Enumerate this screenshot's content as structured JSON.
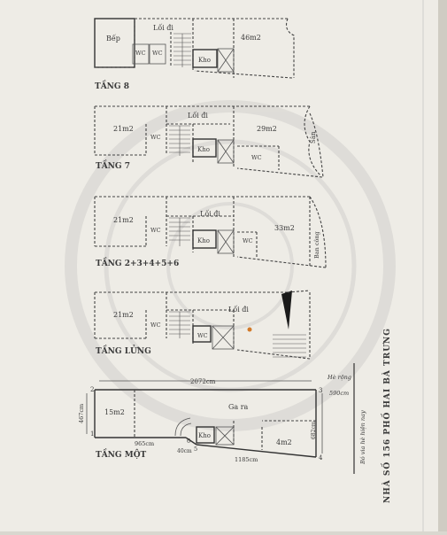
{
  "floors": {
    "f8": {
      "title": "TẦNG 8",
      "kitchen": "Bếp",
      "corridor": "Lối đi",
      "wc1": "WC",
      "wc2": "WC",
      "storage": "Kho",
      "area": "46m2"
    },
    "f7": {
      "title": "TẦNG 7",
      "area1": "21m2",
      "corridor": "Lối đi",
      "wc1": "WC",
      "wc2": "WC",
      "storage": "Kho",
      "area2": "29m2",
      "yard": "Sân"
    },
    "f2": {
      "title": "TẦNG 2+3+4+5+6",
      "area1": "21m2",
      "corridor": "Lối đi",
      "wc1": "WC",
      "wc2": "WC",
      "storage": "Kho",
      "area2": "33m2",
      "balcony": "Ban công"
    },
    "fl": {
      "title": "TẦNG LỬNG",
      "area1": "21m2",
      "corridor": "Lối đi",
      "wc1": "WC",
      "wc2": "WC"
    },
    "f1": {
      "title": "TẦNG MỘT",
      "area1": "15m2",
      "garage": "Ga ra",
      "storage": "Kho",
      "area2": "4m2",
      "dim_top": "2072cm",
      "dim_left": "467cm",
      "dim_bottom_left": "965cm",
      "dim_small": "40cm",
      "dim_bottom_right": "1185cm",
      "dim_right": "682cm",
      "p1": "1",
      "p2": "2",
      "p3": "3",
      "p4": "4",
      "p5": "5",
      "p6": "6",
      "width_label": "Hè rộng",
      "width_value": "590cm"
    }
  },
  "side": {
    "sidewalk": "Bó via hè hiện nay",
    "address": "NHÀ SỐ 156 PHỐ HAI BÀ TRƯNG"
  },
  "colors": {
    "paper": "#eeece6",
    "ink": "#3a3a3a",
    "margin": "#d9d7cf"
  }
}
